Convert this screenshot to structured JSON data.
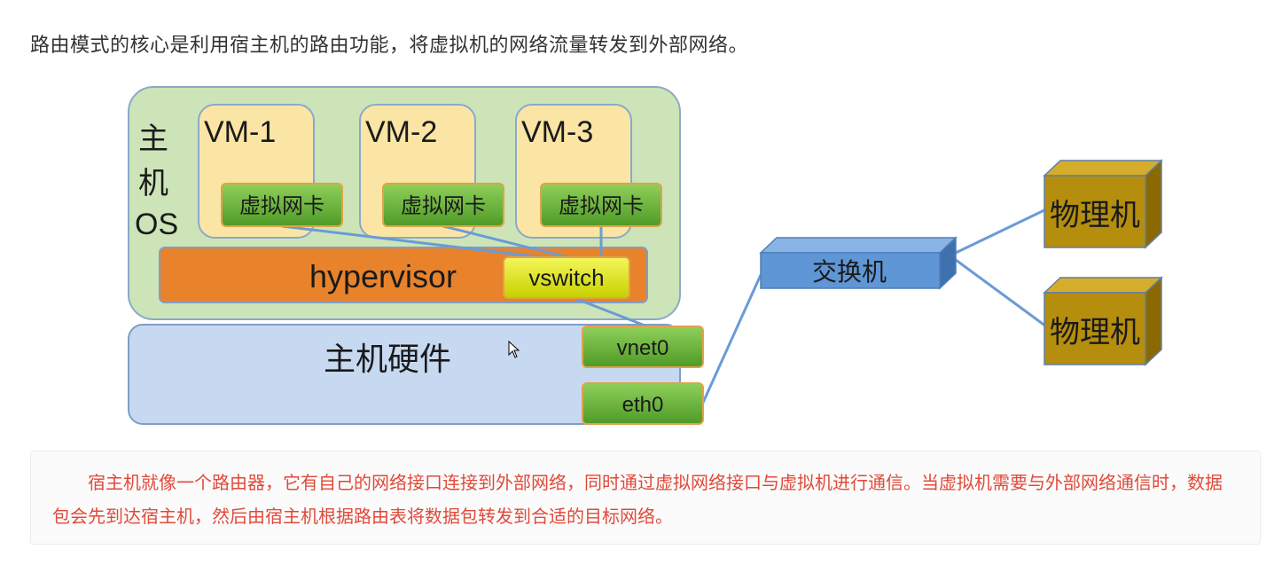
{
  "intro": "路由模式的核心是利用宿主机的路由功能，将虚拟机的网络流量转发到外部网络。",
  "diagram": {
    "host_os_label": [
      "主",
      "机",
      "OS"
    ],
    "vms": [
      {
        "name": "VM-1",
        "nic": "虚拟网卡"
      },
      {
        "name": "VM-2",
        "nic": "虚拟网卡"
      },
      {
        "name": "VM-3",
        "nic": "虚拟网卡"
      }
    ],
    "hypervisor": "hypervisor",
    "vswitch": "vswitch",
    "host_hardware": "主机硬件",
    "vnet0": "vnet0",
    "eth0": "eth0",
    "switch": "交换机",
    "physical_machines": [
      "物理机",
      "物理机"
    ],
    "colors": {
      "host_os_bg": "#cde4b8",
      "vm_bg": "#fbe5a5",
      "nic_green": "#6fb43f",
      "hypervisor_orange": "#e8832b",
      "vswitch_yellow": "#e9ee12",
      "hardware_bg": "#c6d9f1",
      "switch_blue": "#5f96d6",
      "physical_gold": "#b48e0c",
      "link_blue": "#6a9bd6"
    }
  },
  "note": "宿主机就像一个路由器，它有自己的网络接口连接到外部网络，同时通过虚拟网络接口与虚拟机进行通信。当虚拟机需要与外部网络通信时，数据包会先到达宿主机，然后由宿主机根据路由表将数据包转发到合适的目标网络。"
}
